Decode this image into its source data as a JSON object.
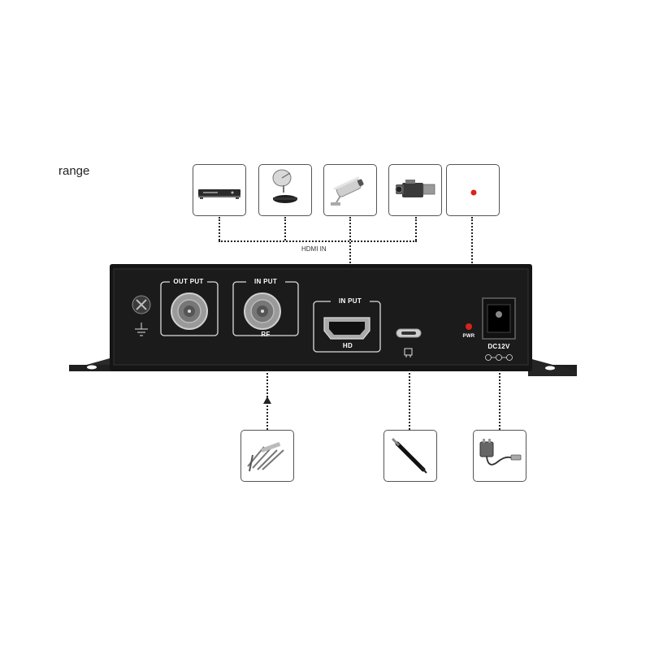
{
  "corner_label": "range",
  "hdmi_in_label": "HDMI IN",
  "device": {
    "output_label": "OUT PUT",
    "input_label": "IN PUT",
    "rf_label": "RF",
    "hdmi_input_label": "IN PUT",
    "hd_label": "HD",
    "pwr_label": "PWR",
    "dc_label": "DC12V",
    "body_color": "#151515",
    "pwr_led_color": "#d8231c"
  },
  "top_sources": [
    {
      "icon": "dvd-player-icon"
    },
    {
      "icon": "satellite-receiver-icon"
    },
    {
      "icon": "cctv-camera-icon"
    },
    {
      "icon": "camcorder-icon"
    },
    {
      "icon": "power-led-indicator-icon"
    }
  ],
  "bottom_items": [
    {
      "icon": "antenna-icon"
    },
    {
      "icon": "usb-cable-icon"
    },
    {
      "icon": "power-adapter-icon"
    }
  ]
}
